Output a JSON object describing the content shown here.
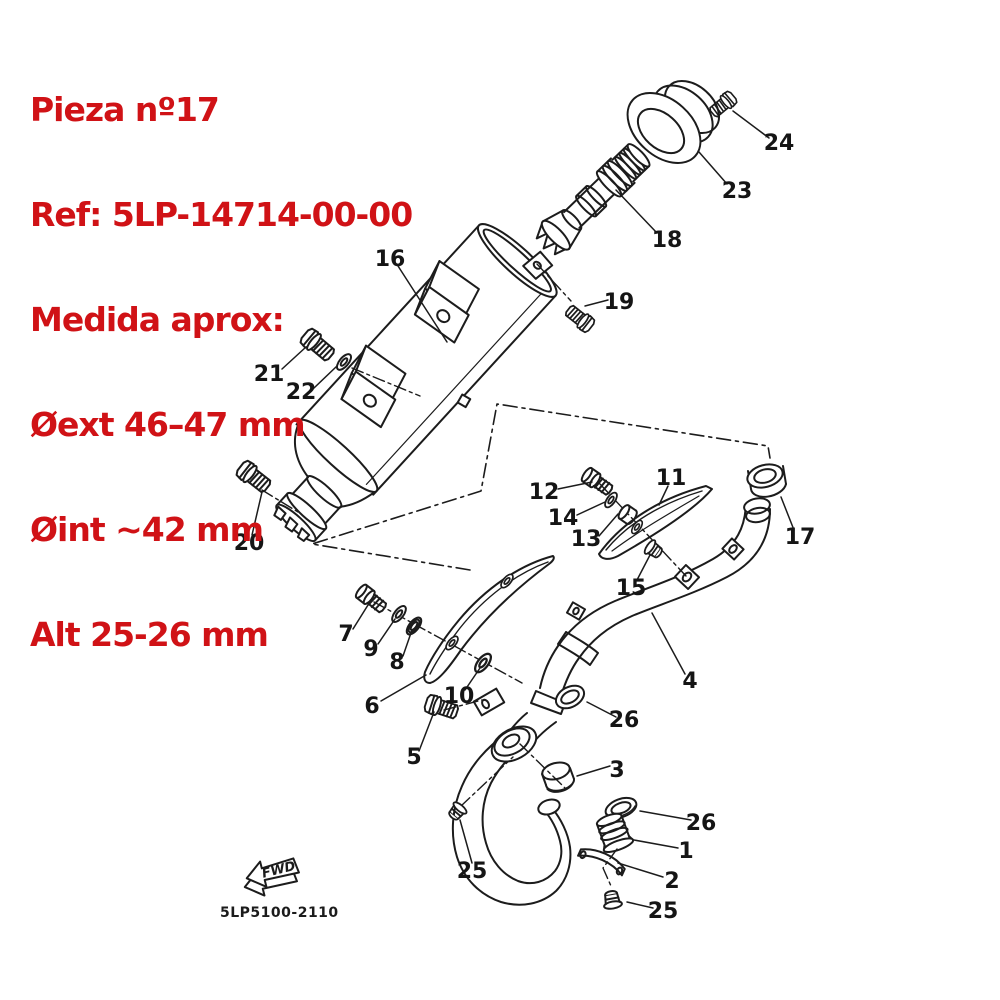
{
  "annotation": {
    "color": "#d01216",
    "lines": [
      "Pieza nº17",
      "Ref: 5LP-14714-00-00",
      "Medida aprox:",
      "Øext 46–47 mm",
      "Øint ~42 mm",
      "Alt 25-26 mm"
    ]
  },
  "diagram": {
    "code": "5LP5100-2110",
    "fwd_label": "FWD",
    "line_color": "#1c1c1c",
    "background": "#ffffff",
    "parts": {
      "p1": "1",
      "p2": "2",
      "p3": "3",
      "p4": "4",
      "p5": "5",
      "p6": "6",
      "p7": "7",
      "p8": "8",
      "p9": "9",
      "p10": "10",
      "p11": "11",
      "p12": "12",
      "p13": "13",
      "p14": "14",
      "p15": "15",
      "p16": "16",
      "p17": "17",
      "p18": "18",
      "p19": "19",
      "p20": "20",
      "p21": "21",
      "p22": "22",
      "p23": "23",
      "p24": "24",
      "p25": "25",
      "p26": "26"
    }
  }
}
